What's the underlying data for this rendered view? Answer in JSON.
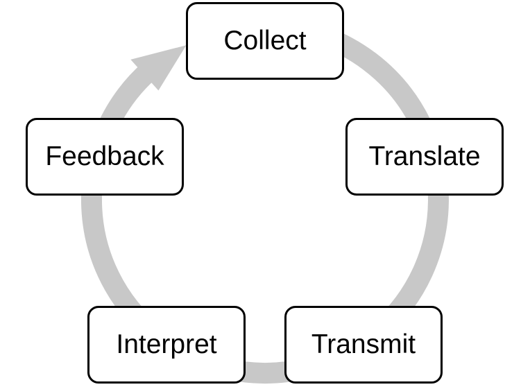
{
  "colors": {
    "ring": "#c8c8c8",
    "box_border": "#000000",
    "box_fill": "#ffffff",
    "text": "#000000"
  },
  "cycle": {
    "steps": [
      {
        "label": "Collect"
      },
      {
        "label": "Translate"
      },
      {
        "label": "Transmit"
      },
      {
        "label": "Interpret"
      },
      {
        "label": "Feedback"
      }
    ],
    "direction": "clockwise"
  }
}
